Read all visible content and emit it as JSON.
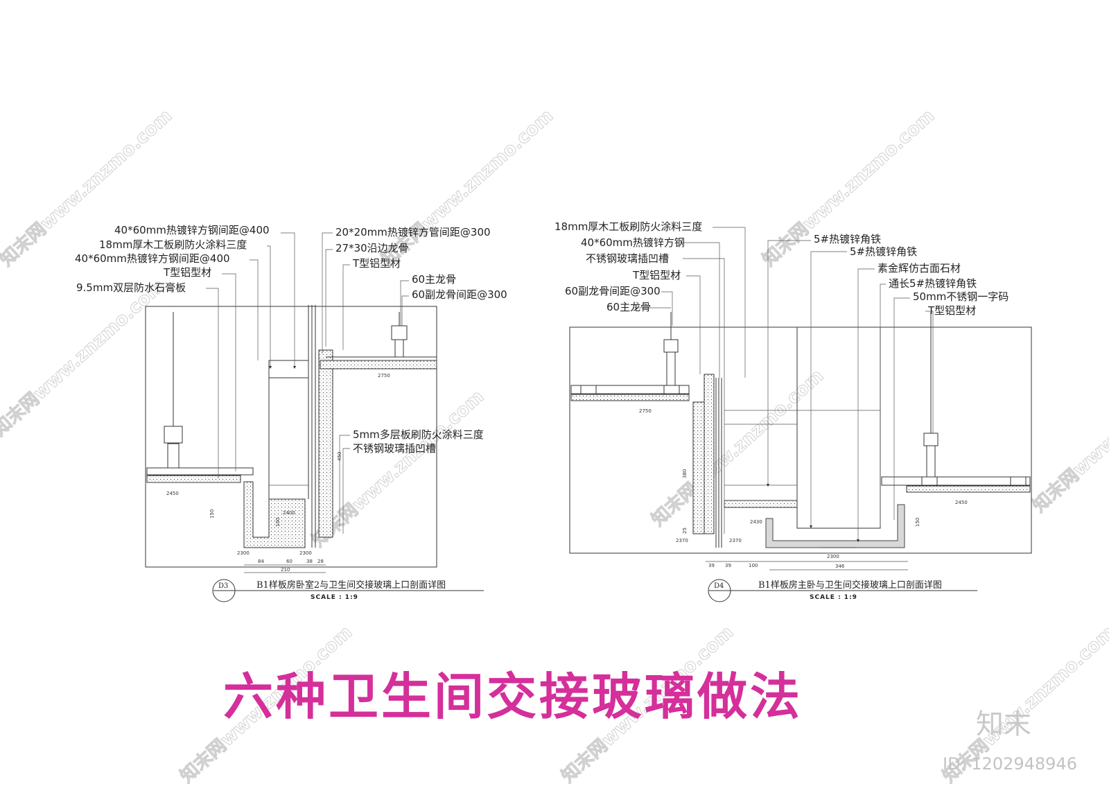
{
  "watermark": {
    "text": "知末网www.znzmo.com"
  },
  "detail_d3": {
    "tag": "D3",
    "title": "B1样板房卧室2与卫生间交接玻璃上口剖面详图",
    "scale": "SCALE : 1:9",
    "labels_left": [
      "40*60mm热镀锌方钢间距@400",
      "18mm厚木工板刷防火涂料三度",
      "40*60mm热镀锌方钢间距@400",
      "T型铝型材",
      "9.5mm双层防水石膏板"
    ],
    "labels_right": [
      "20*20mm热镀锌方管间距@300",
      "27*30沿边龙骨",
      "T型铝型材",
      "60主龙骨",
      "60副龙骨间距@300"
    ],
    "labels_mid": [
      "5mm多层板刷防火涂料三度",
      "不锈钢玻璃插凹槽"
    ],
    "levels": [
      "2750",
      "2450",
      "2400",
      "2300",
      "2300"
    ],
    "dims": [
      "150",
      "100",
      "450",
      "84",
      "60",
      "38",
      "28",
      "210"
    ]
  },
  "detail_d4": {
    "tag": "D4",
    "title": "B1样板房主卧与卫生间交接玻璃上口剖面详图",
    "scale": "SCALE : 1:9",
    "labels_left": [
      "18mm厚木工板刷防火涂料三度",
      "40*60mm热镀锌方钢",
      "不锈钢玻璃插凹槽",
      "T型铝型材",
      "60副龙骨间距@300",
      "60主龙骨"
    ],
    "labels_right": [
      "5#热镀锌角铁",
      "5#热镀锌角铁",
      "素金辉仿古面石材",
      "通长5#热镀锌角铁",
      "50mm不锈钢一字码",
      "T型铝型材"
    ],
    "levels": [
      "2750",
      "2450",
      "2430",
      "2370",
      "2370",
      "2300"
    ],
    "dims": [
      "380",
      "25",
      "150",
      "39",
      "39",
      "100",
      "346"
    ]
  },
  "headline": "六种卫生间交接玻璃做法",
  "brand": "知末",
  "image_id": "ID: 1202948946"
}
